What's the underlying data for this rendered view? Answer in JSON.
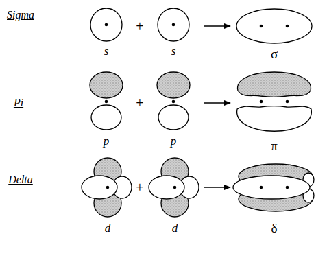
{
  "diagram": {
    "labels": [
      "Sigma",
      "s",
      "+",
      "s",
      "σ",
      "Pi",
      "p",
      "+",
      "p",
      "π",
      "Delta",
      "d",
      "+",
      "d",
      "δ"
    ]
  }
}
